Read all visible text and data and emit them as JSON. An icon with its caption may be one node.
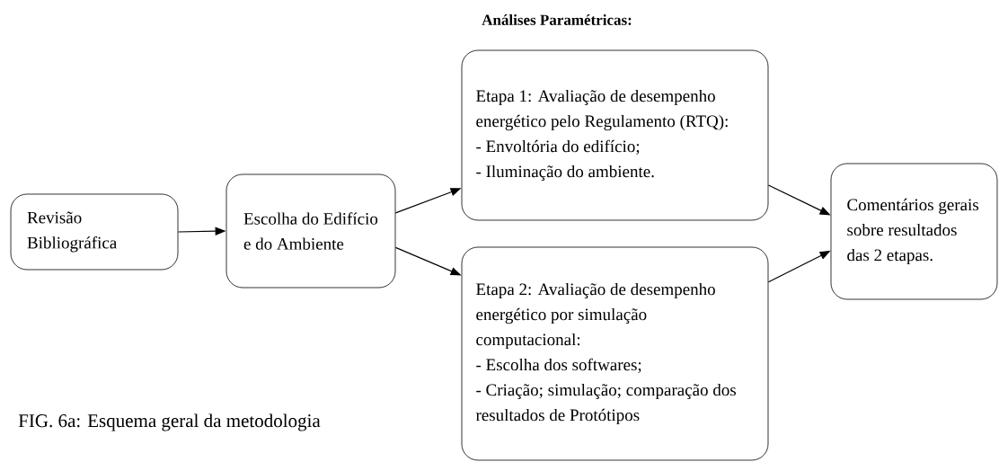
{
  "diagram": {
    "title": "Análises Paramétricas:",
    "caption": "FIG. 6a: Esquema geral da metodologia",
    "nodes": [
      {
        "text": [
          "Revisão Bibliográfica"
        ]
      },
      {
        "text": [
          "Escolha do Edifício e do Ambiente"
        ]
      },
      {
        "text": [
          "Etapa 1: Avaliação de desempenho energético pelo Regulamento (RTQ):",
          "- Envoltória do edifício;",
          "- Iluminação do ambiente."
        ]
      },
      {
        "text": [
          "Etapa 2: Avaliação de desempenho energético por simulação computacional:",
          "- Escolha dos softwares;",
          "- Criação; simulação; comparação dos resultados de Protótipos"
        ]
      },
      {
        "text": [
          "Comentários gerais sobre resultados das 2 etapas."
        ]
      }
    ],
    "edges": [
      {
        "from": 0,
        "to": 1,
        "arrow": "to"
      },
      {
        "from": 1,
        "to": 2,
        "arrow": "to"
      },
      {
        "from": 1,
        "to": 3,
        "arrow": "to"
      },
      {
        "from": 2,
        "to": 4,
        "arrow": "to"
      },
      {
        "from": 3,
        "to": 4,
        "arrow": "to"
      }
    ]
  }
}
